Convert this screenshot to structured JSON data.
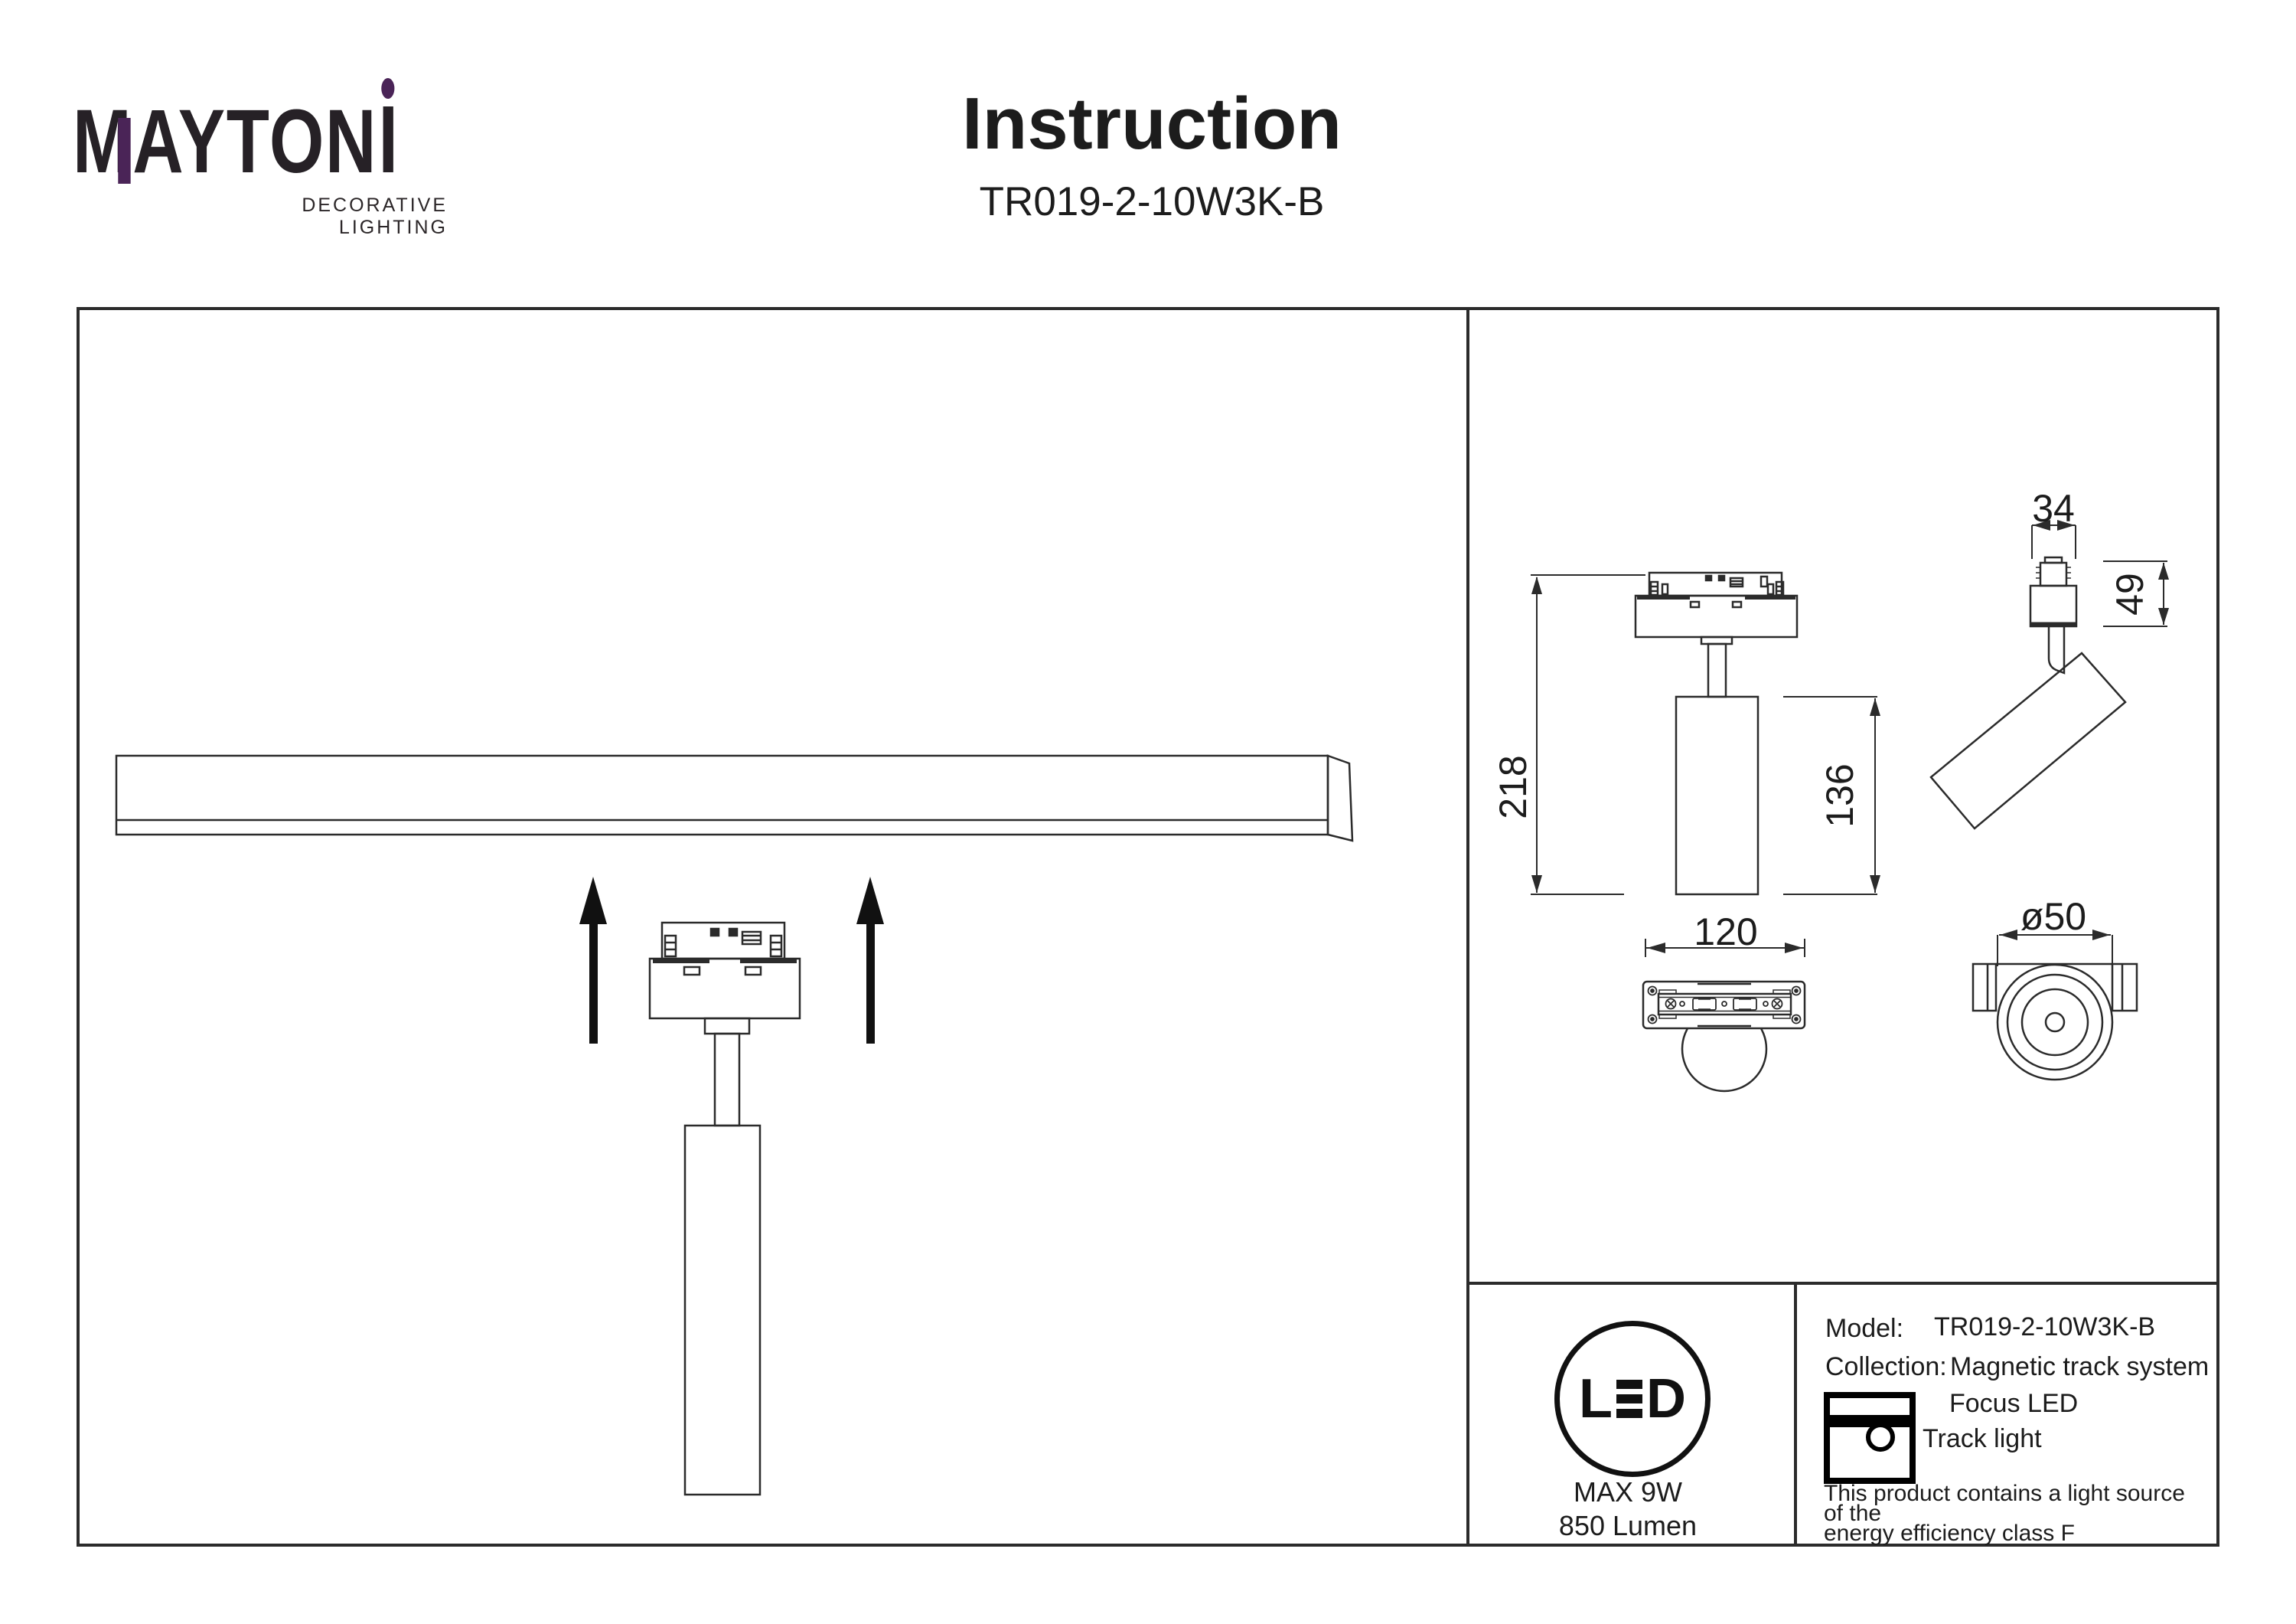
{
  "brand": {
    "logo": "MAYTON",
    "logo_full": "MAYTONI",
    "tagline": "DECORATIVE LIGHTING",
    "purple": "#4a2457",
    "ink": "#262126"
  },
  "header": {
    "title": "Instruction",
    "model": "TR019-2-10W3K-B"
  },
  "dimensions": {
    "total_height": "218",
    "body_height": "136",
    "base_width": "120",
    "adapter_width": "34",
    "adapter_height": "49",
    "diameter": "ø50"
  },
  "badge": {
    "led_l": "L",
    "led_d": "D",
    "max_power": "MAX 9W",
    "luminous_flux": "850 Lumen"
  },
  "info": {
    "model_label": "Model:",
    "model_value": "TR019-2-10W3K-B",
    "collection_label": "Collection:",
    "collection_value": "Magnetic track system",
    "product_line1": "Focus LED",
    "product_line2": "Track light",
    "note_line1": "This product contains a light source of the",
    "note_line2": "energy efficiency class F"
  }
}
